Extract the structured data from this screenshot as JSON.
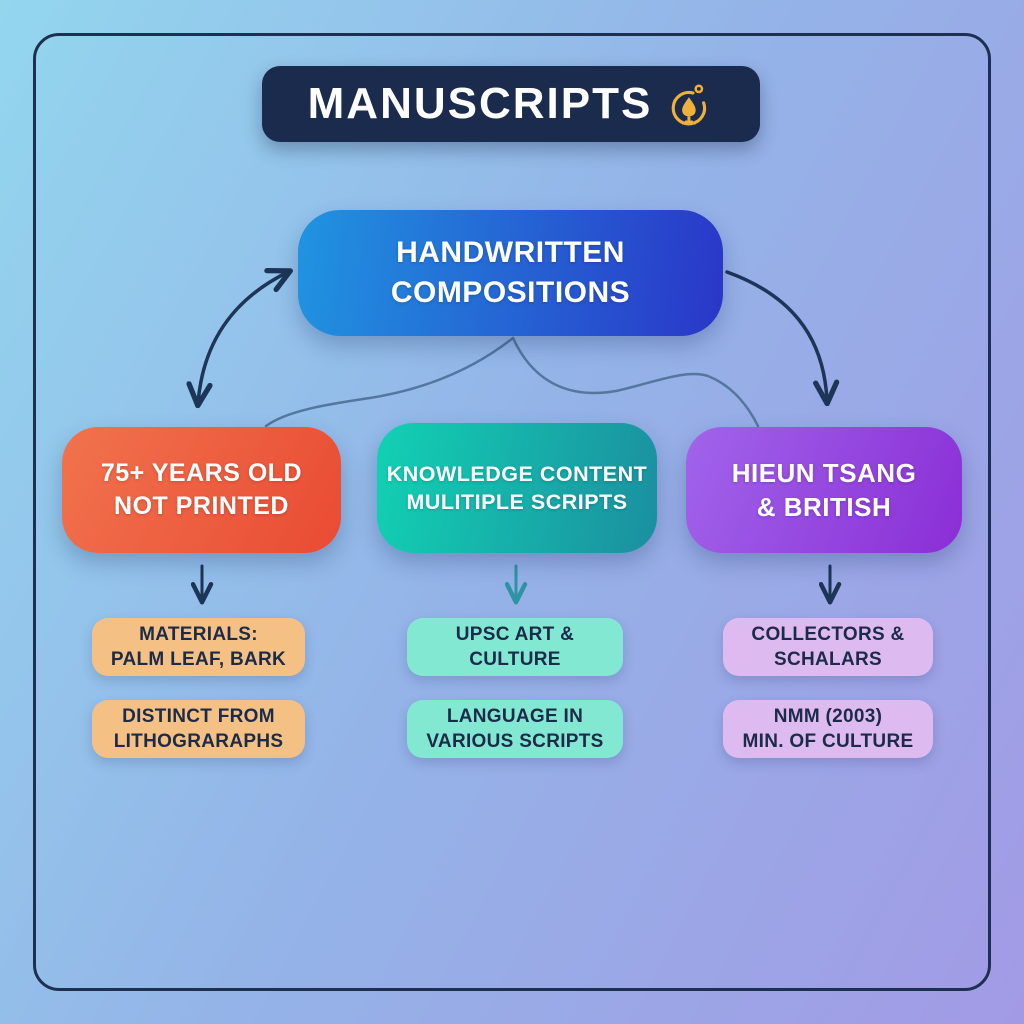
{
  "title": {
    "text": "MANUSCRIPTS",
    "icon": "globe-lamp-icon"
  },
  "root_node": {
    "line1": "HANDWRITTEN",
    "line2": "COMPOSITIONS"
  },
  "branches": [
    {
      "name": "age-criteria",
      "node": {
        "line1": "75+ YEARS OLD",
        "line2": "NOT PRINTED"
      },
      "children": [
        {
          "line1": "MATERIALS:",
          "line2": "PALM LEAF, BARK"
        },
        {
          "line1": "DISTINCT FROM",
          "line2": "LITHOGRARAPHS"
        }
      ]
    },
    {
      "name": "content-scripts",
      "node": {
        "line1": "KNOWLEDGE CONTENT",
        "line2": "MULITIPLE SCRIPTS"
      },
      "children": [
        {
          "line1": "UPSC ART &",
          "line2": "CULTURE"
        },
        {
          "line1": "LANGUAGE IN",
          "line2": "VARIOUS SCRIPTS"
        }
      ]
    },
    {
      "name": "historical-figures",
      "node": {
        "line1": "HIEUN TSANG",
        "line2": "& BRITISH"
      },
      "children": [
        {
          "line1": "COLLECTORS &",
          "line2": "SCHALARS"
        },
        {
          "line1": "NMM (2003)",
          "line2": "MIN. OF CULTURE"
        }
      ]
    }
  ],
  "colors": {
    "background_start": "#93d6ee",
    "background_end": "#a29ae5",
    "frame_border": "#1d3050",
    "title_bar_bg": "#1b2b4d",
    "title_text": "#ffffff",
    "icon_gold": "#eeb13c",
    "root_gradient_start": "#2094e0",
    "root_gradient_end": "#2a36c8",
    "branch_left_start": "#f1734e",
    "branch_left_end": "#e94b33",
    "branch_center_start": "#12d1b3",
    "branch_center_end": "#1b8fa0",
    "branch_right_start": "#a164ea",
    "branch_right_end": "#8a2ed6",
    "child_left_bg": "#f5c083",
    "child_center_bg": "#82e8d1",
    "child_right_bg": "#ddbbf0",
    "child_text": "#1d2b4a",
    "arrow_navy": "#1d3557",
    "arrow_teal": "#2e94a4",
    "drape_line": "#54779e"
  }
}
